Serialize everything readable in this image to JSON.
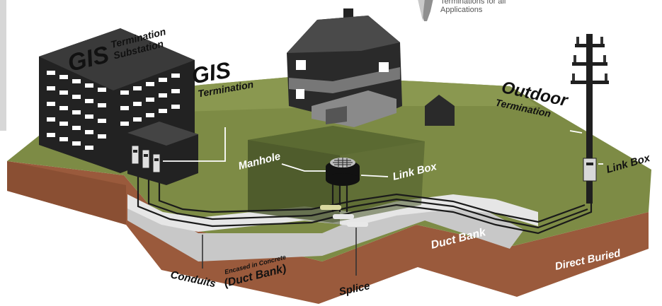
{
  "callout": {
    "line1": "Terminations for all",
    "line2": "Applications"
  },
  "labels": {
    "gis_sub_big": "GIS",
    "gis_sub_line1": "Termination",
    "gis_sub_line2": "Substation",
    "gis_term_big": "GIS",
    "gis_term_small": "Termination",
    "outdoor_big": "Outdoor",
    "outdoor_small": "Termination",
    "manhole": "Manhole",
    "link_box_center": "Link Box",
    "link_box_right": "Link Box",
    "duct_bank_right": "Duct Bank",
    "direct_buried": "Direct Buried",
    "conduits": "Conduits",
    "encased": "Encased in Concrete",
    "duct_bank_paren": "(Duct Bank)",
    "splice": "Splice"
  },
  "colors": {
    "grass": "#7d8b45",
    "soil": "#9a5a3c",
    "building": "#222222",
    "concrete": "#c8c8c8",
    "cable": "#1a1a1a"
  }
}
